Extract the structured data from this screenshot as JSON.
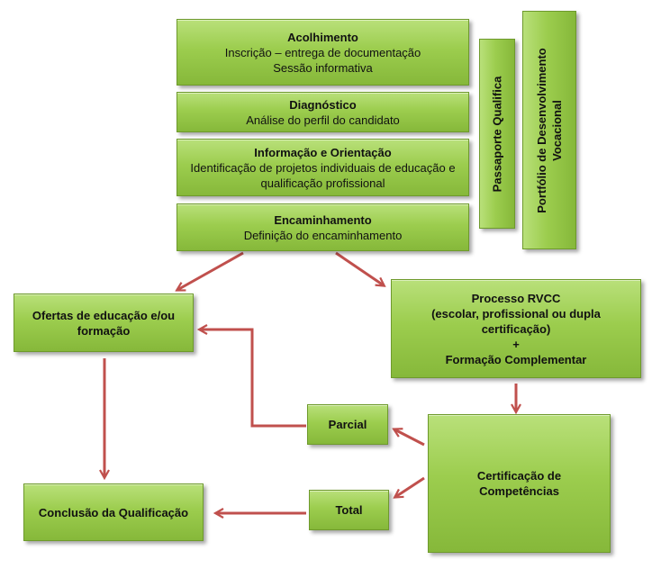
{
  "steps": {
    "acolhimento": {
      "title": "Acolhimento",
      "line1": "Inscrição – entrega de documentação",
      "line2": "Sessão informativa"
    },
    "diagnostico": {
      "title": "Diagnóstico",
      "line1": "Análise do perfil do candidato"
    },
    "informacao": {
      "title": "Informação e Orientação",
      "line1": "Identificação de projetos individuais de educação e",
      "line2": "qualificação profissional"
    },
    "encaminhamento": {
      "title": "Encaminhamento",
      "line1": "Definição do encaminhamento"
    }
  },
  "side": {
    "passaporte": "Passaporte Qualifica",
    "portfolio_line1": "Portfólio de Desenvolvimento",
    "portfolio_line2": "Vocacional"
  },
  "ofertas": {
    "line1": "Ofertas de educação e/ou",
    "line2": "formação"
  },
  "rvcc": {
    "line1": "Processo RVCC",
    "line2": "(escolar, profissional ou dupla",
    "line3": "certificação)",
    "line4": "+",
    "line5": "Formação Complementar"
  },
  "certificacao": {
    "line1": "Certificação de",
    "line2": "Competências"
  },
  "parcial": "Parcial",
  "total": "Total",
  "conclusao": "Conclusão da Qualificação",
  "colors": {
    "box_fill": "#9ccd4e",
    "box_border": "#6e9a2c",
    "arrow": "#c0504d"
  }
}
